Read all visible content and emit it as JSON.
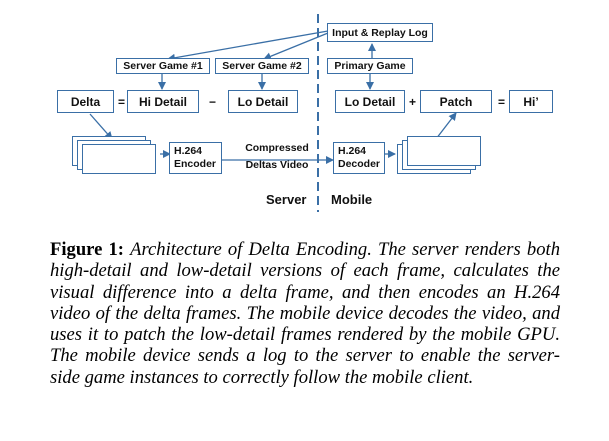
{
  "diagram": {
    "server_games": [
      "Server Game #1",
      "Server Game #2"
    ],
    "server_row": [
      "Delta",
      "Hi Detail",
      "Lo Detail"
    ],
    "server_ops": [
      "=",
      "−"
    ],
    "encoder": [
      "H.264",
      "Encoder"
    ],
    "compressed": [
      "Compressed",
      "Deltas Video"
    ],
    "decoder": [
      "H.264",
      "Decoder"
    ],
    "input_log": "Input & Replay Log",
    "primary_game": "Primary Game",
    "mobile_row": [
      "Lo Detail",
      "Patch",
      "Hi’"
    ],
    "mobile_ops": [
      "+",
      "="
    ],
    "side_server": "Server",
    "side_mobile": "Mobile",
    "colors": {
      "box_border": "#3a6fa6",
      "arrow": "#3a6fa6",
      "divider": "#3a6fa6"
    }
  },
  "caption": {
    "fig_label": "Figure 1:",
    "lines": [
      "Architecture of Delta Encoding. The server renders both",
      "high-detail and low-detail versions of each frame, calculates the",
      "visual difference into a delta frame, and then encodes an H.264",
      "video of the delta frames. The mobile device decodes the video, and",
      "uses it to patch the low-detail frames rendered by the mobile GPU.",
      "The mobile device sends a log to the server to enable the server-",
      "side game instances to correctly follow the mobile client."
    ]
  }
}
